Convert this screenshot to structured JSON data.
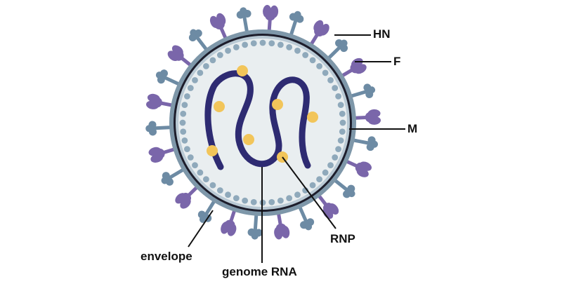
{
  "labels": {
    "hn": "HN",
    "f": "F",
    "m": "M",
    "rnp": "RNP",
    "envelope": "envelope",
    "genome_rna": "genome RNA"
  },
  "colors": {
    "interior": "#e9eef0",
    "envelope_outer": "#7e97a9",
    "envelope_dark": "#1d1d2b",
    "matrix_bead": "#8fa9bb",
    "hn_spike": "#7a66aa",
    "f_spike": "#6d8ba4",
    "rna": "#2e2b72",
    "rnp": "#f2c55a",
    "leader": "#111111"
  },
  "icons": {
    "hn": "hn-glycoprotein-spike",
    "f": "f-fusion-protein-spike",
    "rnp": "rnp-nucleocapsid-dot"
  }
}
